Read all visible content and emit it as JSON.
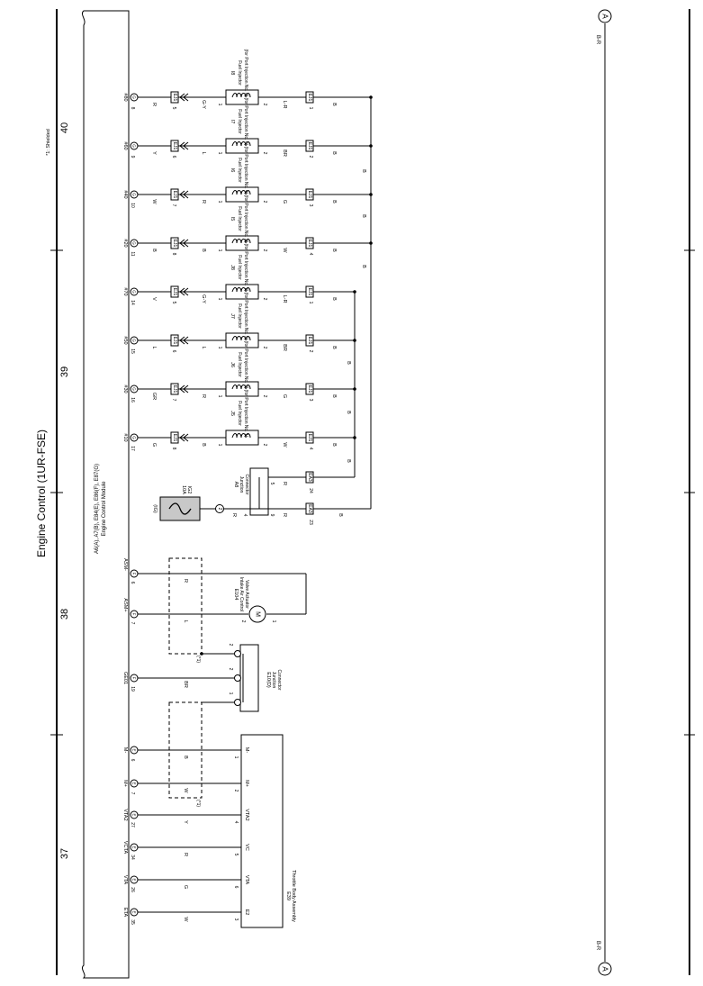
{
  "title": "Engine Control (1UR-FSE)",
  "page_numbers": [
    "37",
    "38",
    "39",
    "40"
  ],
  "ecm": {
    "label_line1": "A6(A), A7(B), E84(E), E86(F), E87(G)",
    "label_line2": "Engine Control Module"
  },
  "shielded_note": "*1: Shielded",
  "shield_tag": "(*1)",
  "ground_ref": {
    "symbol": "A",
    "wire": "B-R"
  },
  "injectors": [
    {
      "ecm_pin": "#80",
      "pin_no": "8",
      "conn": "G",
      "ecm_wire": "R",
      "ej_pin": "5",
      "wire_in": "G-Y",
      "ref": "I8",
      "name": "Fuel Injector",
      "sub": "(for Port Injection No. 8)",
      "wire_out": "L-R",
      "out_pin": "1",
      "tail": "B"
    },
    {
      "ecm_pin": "#60",
      "pin_no": "9",
      "conn": "G",
      "ecm_wire": "Y",
      "ej_pin": "6",
      "wire_in": "L",
      "ref": "I7",
      "name": "Fuel Injector",
      "sub": "(for Port Injection No. 6)",
      "wire_out": "BR",
      "out_pin": "2",
      "tail": "B"
    },
    {
      "ecm_pin": "#40",
      "pin_no": "10",
      "conn": "G",
      "ecm_wire": "W",
      "ej_pin": "7",
      "wire_in": "R",
      "ref": "I6",
      "name": "Fuel Injector",
      "sub": "(for Port Injection No. 4)",
      "wire_out": "G",
      "out_pin": "3",
      "tail": "B"
    },
    {
      "ecm_pin": "#20",
      "pin_no": "11",
      "conn": "G",
      "ecm_wire": "B",
      "ej_pin": "8",
      "wire_in": "B",
      "ref": "I5",
      "name": "Fuel Injector",
      "sub": "(for Port Injection No. 2)",
      "wire_out": "W",
      "out_pin": "4",
      "tail": "B"
    },
    {
      "ecm_pin": "#70",
      "pin_no": "14",
      "conn": "G",
      "ecm_wire": "V",
      "ej_pin": "5",
      "wire_in": "G-Y",
      "ref": "J8",
      "name": "Fuel Injector",
      "sub": "(for Port Injection No. 7)",
      "wire_out": "L-R",
      "out_pin": "1",
      "tail": "B"
    },
    {
      "ecm_pin": "#50",
      "pin_no": "15",
      "conn": "G",
      "ecm_wire": "L",
      "ej_pin": "6",
      "wire_in": "L",
      "ref": "J7",
      "name": "Fuel Injector",
      "sub": "(for Port Injection No. 5)",
      "wire_out": "BR",
      "out_pin": "2",
      "tail": "B"
    },
    {
      "ecm_pin": "#30",
      "pin_no": "16",
      "conn": "G",
      "ecm_wire": "GR",
      "ej_pin": "7",
      "wire_in": "R",
      "ref": "J6",
      "name": "Fuel Injector",
      "sub": "(for Port Injection No. 3)",
      "wire_out": "G",
      "out_pin": "3",
      "tail": "B"
    },
    {
      "ecm_pin": "#10",
      "pin_no": "17",
      "conn": "G",
      "ecm_wire": "G",
      "ej_pin": "8",
      "wire_in": "B",
      "ref": "J5",
      "name": "Fuel Injector",
      "sub": "(for Port Injection No. 1)",
      "wire_out": "W",
      "out_pin": "4",
      "tail": "B"
    }
  ],
  "ej_connector": "EJ1",
  "ea_connector": "EA3",
  "fuse": {
    "symbol": "(IG)",
    "rating": "10A",
    "name": "IG2",
    "node": "2"
  },
  "junction_a8": {
    "ref": "A8",
    "name": "Junction",
    "name2": "Connector",
    "pin_left_top": "5",
    "pin_left_bottom": "9",
    "pin_right_top": "4",
    "wire_top": "R",
    "wire_bottom": "R",
    "ea_pin_top": "24",
    "ea_pin_bottom": "23",
    "wire_out": "B"
  },
  "iacv": {
    "ref": "E104",
    "name": "Intake Air Control",
    "name2": "Valve Actuator",
    "pins": [
      {
        "ecm_pin": "ASM-",
        "pin_no": "6",
        "conn": "F",
        "wire": "R",
        "dev_pin": "1"
      },
      {
        "ecm_pin": "ASM+",
        "pin_no": "7",
        "conn": "F",
        "wire": "L",
        "dev_pin": "2"
      }
    ]
  },
  "junction_e10": {
    "ref": "E10(D)",
    "name": "Junction",
    "name2": "Connector",
    "pins": [
      "2",
      "2",
      "1"
    ],
    "ecm_pin": "GE01",
    "pin_no": "19",
    "conn": "F",
    "wire": "BR"
  },
  "throttle": {
    "ref": "E39",
    "name": "Throttle Body Assembly",
    "pins": [
      {
        "ecm_pin": "M-",
        "pin_no": "6",
        "conn": "E",
        "wire": "B",
        "dev_pin": "1",
        "dev_label": "M-"
      },
      {
        "ecm_pin": "M+",
        "pin_no": "7",
        "conn": "E",
        "wire": "W",
        "dev_pin": "2",
        "dev_label": "M+"
      },
      {
        "ecm_pin": "VTA2",
        "pin_no": "27",
        "conn": "E",
        "wire": "Y",
        "dev_pin": "4",
        "dev_label": "VTA2"
      },
      {
        "ecm_pin": "VCTA",
        "pin_no": "34",
        "conn": "E",
        "wire": "R",
        "dev_pin": "5",
        "dev_label": "VC"
      },
      {
        "ecm_pin": "VTA",
        "pin_no": "26",
        "conn": "E",
        "wire": "G",
        "dev_pin": "6",
        "dev_label": "VTA"
      },
      {
        "ecm_pin": "ETA",
        "pin_no": "35",
        "conn": "E",
        "wire": "W",
        "dev_pin": "3",
        "dev_label": "E2"
      }
    ]
  }
}
